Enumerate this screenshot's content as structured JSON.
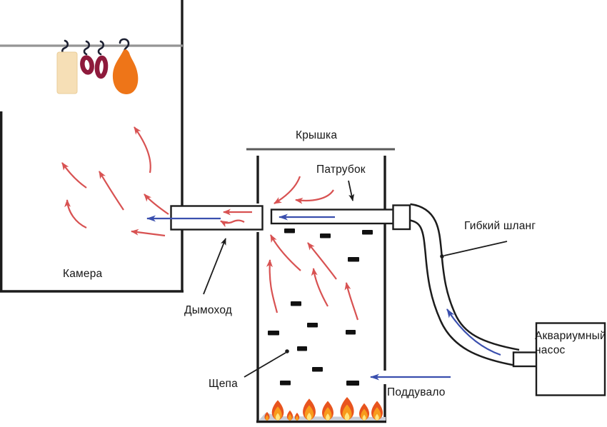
{
  "labels": {
    "chamber": "Камера",
    "lid": "Крышка",
    "nozzle": "Патрубок",
    "chimney": "Дымоход",
    "wood_chips": "Щепа",
    "air_vent": "Поддувало",
    "hose": "Гибкий шланг",
    "pump_line1": "Аквариумный",
    "pump_line2": "насос"
  },
  "colors": {
    "smoke": "#d85252",
    "air": "#3a4fae",
    "outline": "#1c1c1c",
    "rod": "#949494",
    "lid_line": "#5a5a5a",
    "label_text": "#161616",
    "meat_slab": "#f6dfb6",
    "meat_slab_edge": "#e9cc98",
    "sausage": "#8e1a3c",
    "ham": "#ee7518",
    "hook": "#1d2133",
    "flame_outer": "#e8541e",
    "flame_mid": "#f89b1c",
    "flame_core": "#ffe47f",
    "ash": "#c9cdd6",
    "chip": "#111111"
  }
}
